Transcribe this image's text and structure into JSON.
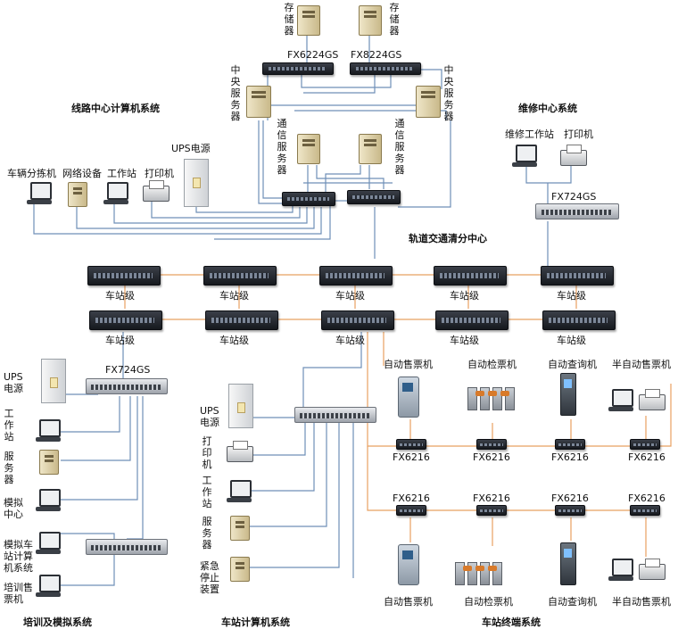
{
  "sections": {
    "line_center": "线路中心计算机系统",
    "maintenance": "维修中心系统",
    "clearing_center": "轨道交通清分中心",
    "training": "培训及模拟系统",
    "station_computer": "车站计算机系统",
    "station_terminal": "车站终端系统"
  },
  "top": {
    "storage_1": "存储器",
    "storage_2": "存储器",
    "switch_1": "FX6224GS",
    "switch_2": "FX8224GS",
    "central_server_1": "中央服务器",
    "central_server_2": "中央服务器",
    "comm_server_1": "通信服务器",
    "comm_server_2": "通信服务器"
  },
  "line_center": {
    "ups": "UPS电源",
    "vehicle_sorter": "车辆分拣机",
    "network_device": "网络设备",
    "workstation": "工作站",
    "printer": "打印机"
  },
  "maintenance": {
    "workstation": "维修工作站",
    "printer": "打印机",
    "switch": "FX724GS"
  },
  "station_level": {
    "row1": [
      "车站级",
      "车站级",
      "车站级",
      "车站级",
      "车站级"
    ],
    "row2": [
      "车站级",
      "车站级",
      "车站级",
      "车站级",
      "车站级"
    ]
  },
  "training": {
    "ups": "UPS电源",
    "switch": "FX724GS",
    "workstation": "工作站",
    "server": "服务器",
    "simulation_center": "模拟中心",
    "sim_station_computer": "模拟车站计算机系统",
    "training_ticketing": "培训售票机"
  },
  "station_computer": {
    "ups": "UPS电源",
    "printer": "打印机",
    "workstation": "工作站",
    "server": "服务器",
    "emergency_stop": "紧急停止装置"
  },
  "station_terminal": {
    "top_devices": [
      "自动售票机",
      "自动检票机",
      "自动查询机",
      "半自动售票机"
    ],
    "top_switches": [
      "FX6216",
      "FX6216",
      "FX6216",
      "FX6216"
    ],
    "bottom_switches": [
      "FX6216",
      "FX6216",
      "FX6216",
      "FX6216"
    ],
    "bottom_devices": [
      "自动售票机",
      "自动检票机",
      "自动查询机",
      "半自动售票机"
    ]
  },
  "colors": {
    "blue_link": "#6f8fb7",
    "orange_link": "#e8a061"
  }
}
